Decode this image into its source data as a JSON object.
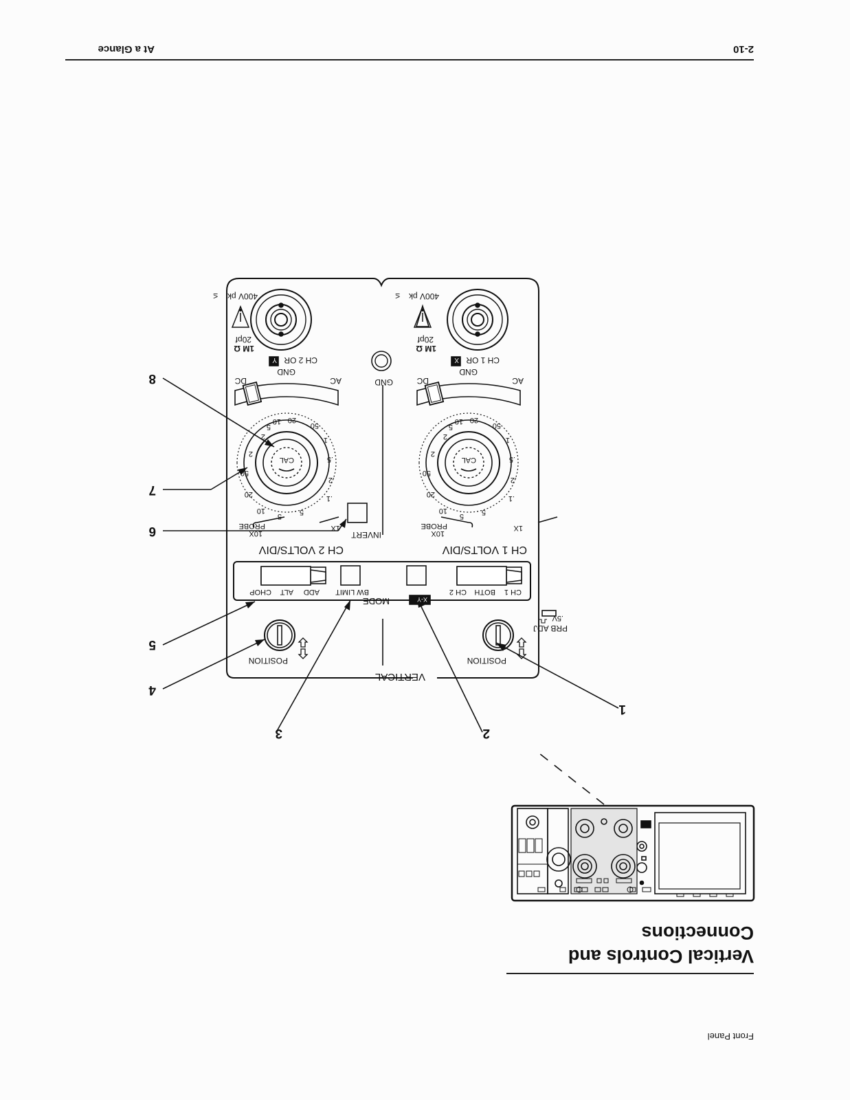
{
  "header": {
    "page_number": "2-10",
    "section": "At a Glance"
  },
  "footer": {
    "section_label": "Front Panel"
  },
  "section_title": {
    "line1": "Vertical Controls and",
    "line2": "Connections"
  },
  "panel": {
    "vertical": "VERTICAL",
    "position_left": "POSITION",
    "position_right": "POSITION",
    "prb_adj": "PRB ADJ",
    "prb_sub": ".5V",
    "mode": "MODE",
    "mode_left": [
      "CH 1",
      "BOTH",
      "CH 2"
    ],
    "xy": "X-Y",
    "bw_limit": "BW LIMIT",
    "mode_right": [
      "ADD",
      "ALT",
      "CHOP"
    ],
    "ch1_volts": "CH 1 VOLTS/DIV",
    "ch2_volts": "CH 2 VOLTS/DIV",
    "invert": "INVERT",
    "probe_10x": "10X",
    "probe": "PROBE",
    "probe_1x": "1X",
    "cal": "CAL",
    "dial_labels": [
      "50",
      "20",
      "10",
      "5",
      "2",
      "1",
      ".5",
      ".2",
      ".1",
      "50",
      "20",
      "10",
      "5",
      "2"
    ],
    "dial_unit": "m",
    "ac": "AC",
    "gnd": "GND",
    "dc": "DC",
    "center_gnd": "GND",
    "ch1_input": "CH 1 OR",
    "ch1_x": "X",
    "ch2_input": "CH 2 OR",
    "ch2_y": "Y",
    "impedance": "1M Ω",
    "capacitance": "20pf",
    "voltage": "400V pk",
    "le": "≤"
  },
  "callouts": [
    "1",
    "2",
    "3",
    "4",
    "5",
    "6",
    "7",
    "8"
  ]
}
